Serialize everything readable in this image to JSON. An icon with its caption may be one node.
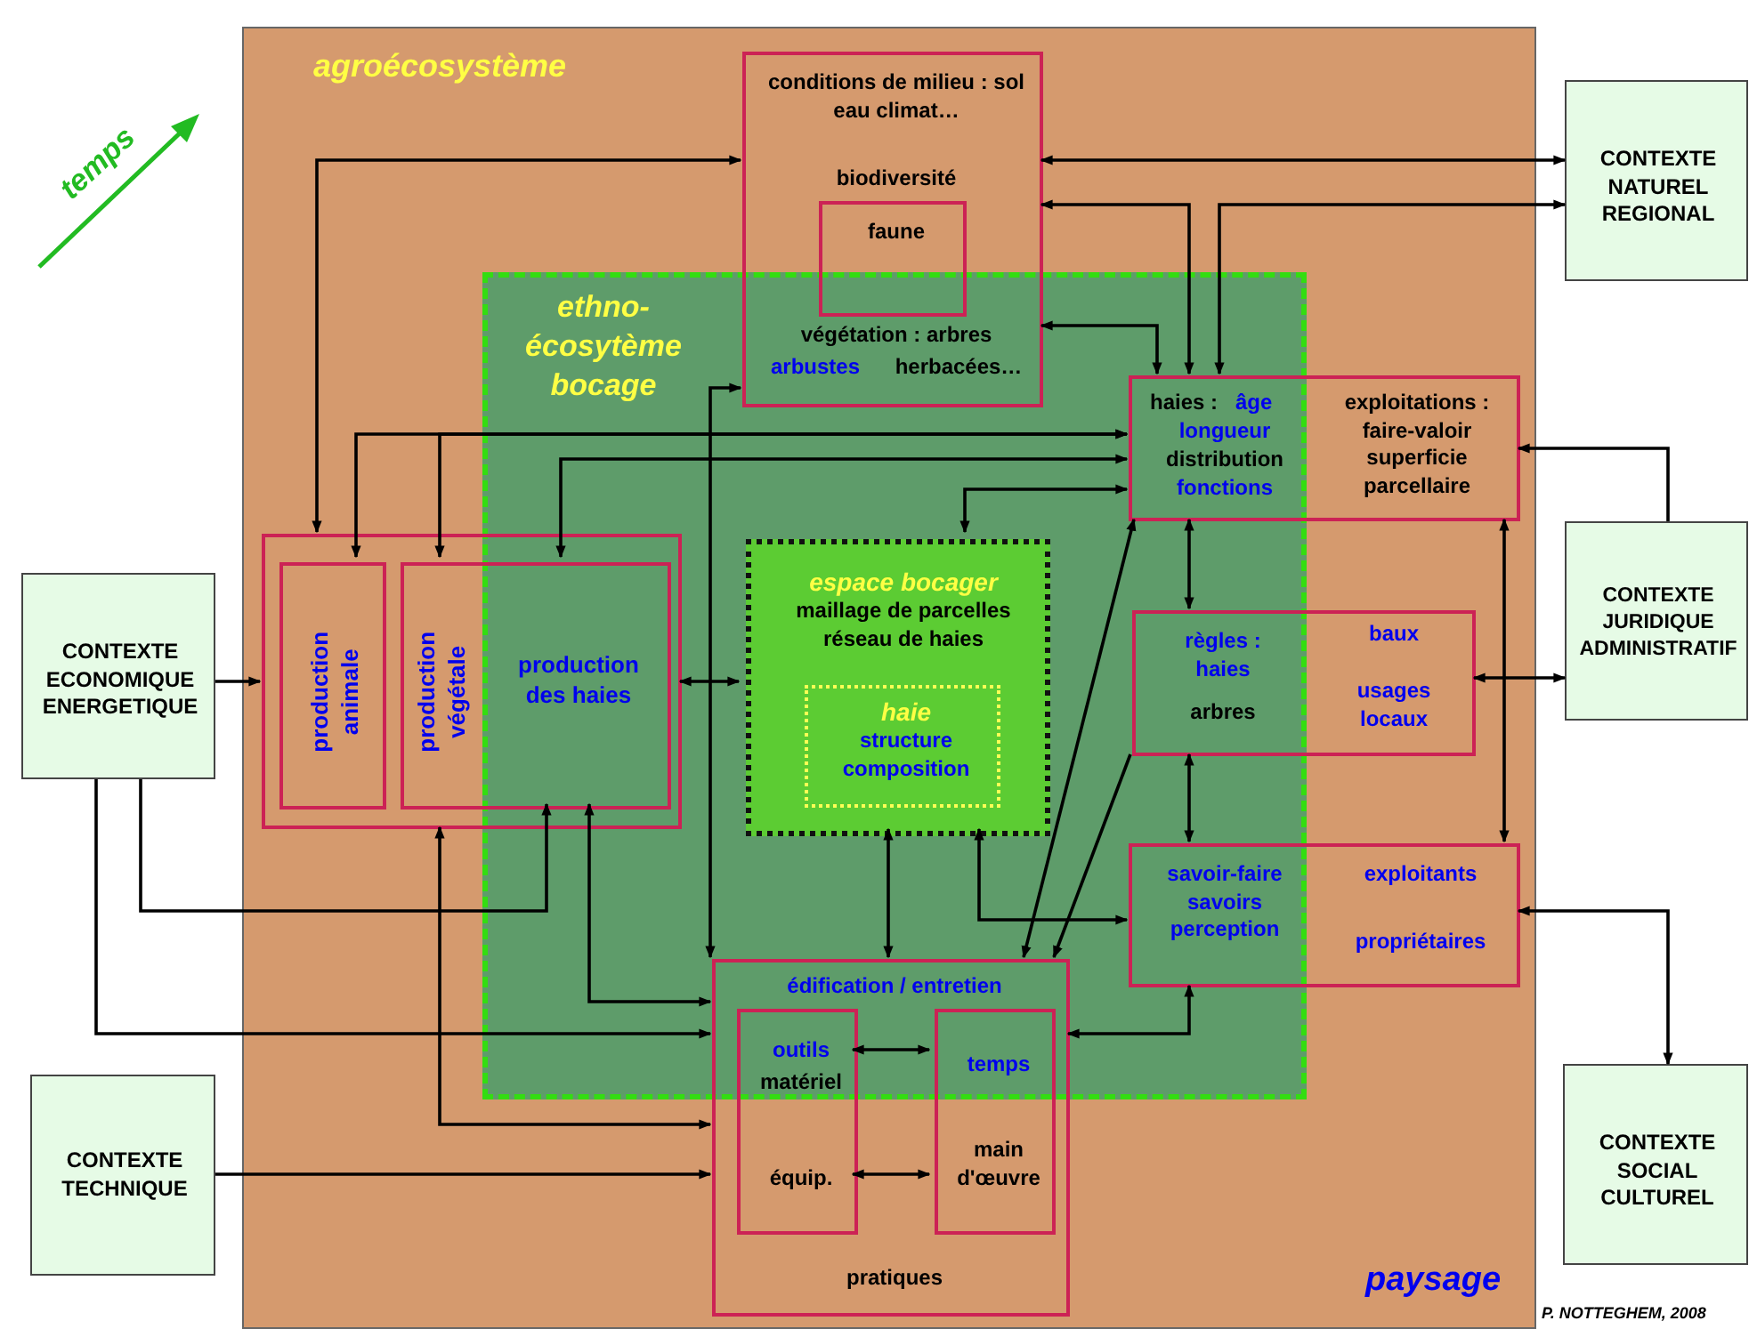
{
  "diagram": {
    "nodes": [
      {
        "text": [
          "agroécosystème",
          "paysage"
        ]
      },
      {
        "text": [
          "ethno-écosytème bocage"
        ],
        "in": 0
      },
      {
        "text": [
          "conditions de milieu : sol eau climat…",
          "biodiversité",
          "végétation : arbres",
          "arbustes",
          "herbacées…"
        ],
        "in": 0
      },
      {
        "text": [
          "faune"
        ],
        "in": 2
      },
      {
        "text": [
          "haies :",
          "âge",
          "longueur",
          "distribution",
          "fonctions",
          "exploitations : faire-valoir superficie parcellaire"
        ],
        "in": 0
      },
      {
        "text": [],
        "shape": "box",
        "in": 0
      },
      {
        "text": [
          "production animale"
        ],
        "in": 5
      },
      {
        "text": [
          "production végétale",
          "production des haies"
        ],
        "in": 5
      },
      {
        "text": [
          "espace bocager",
          "maillage de parcelles réseau de haies"
        ],
        "in": 1
      },
      {
        "text": [
          "haie",
          "structure composition"
        ],
        "in": 8
      },
      {
        "text": [
          "règles : haies",
          "arbres",
          "baux",
          "usages locaux"
        ],
        "in": 0
      },
      {
        "text": [
          "savoir-faire savoirs perception",
          "exploitants",
          "propriétaires"
        ],
        "in": 0
      },
      {
        "text": [
          "édification / entretien",
          "pratiques"
        ],
        "in": 0
      },
      {
        "text": [
          "outils",
          "matériel",
          "équip."
        ],
        "in": 12
      },
      {
        "text": [
          "temps",
          "main d'œuvre"
        ],
        "in": 12
      },
      {
        "text": [
          "CONTEXTE NATUREL REGIONAL"
        ]
      },
      {
        "text": [
          "CONTEXTE JURIDIQUE ADMINISTRATIF"
        ]
      },
      {
        "text": [
          "CONTEXTE SOCIAL CULTUREL"
        ]
      },
      {
        "text": [
          "CONTEXTE ECONOMIQUE ENERGETIQUE"
        ]
      },
      {
        "text": [
          "CONTEXTE TECHNIQUE"
        ]
      }
    ],
    "edges": [
      {
        "from": 5,
        "to": 2,
        "arrow": "both"
      },
      {
        "from": 2,
        "to": 15,
        "arrow": "both"
      },
      {
        "from": 2,
        "to": 4,
        "arrow": "both"
      },
      {
        "from": 15,
        "to": 4,
        "arrow": "both"
      },
      {
        "from": 2,
        "to": 4,
        "arrow": "both"
      },
      {
        "from": 6,
        "to": 4,
        "arrow": "both"
      },
      {
        "from": 7,
        "to": 4,
        "arrow": "both"
      },
      {
        "from": 7,
        "to": 4,
        "arrow": "both"
      },
      {
        "from": 8,
        "to": 4,
        "arrow": "both"
      },
      {
        "from": 2,
        "to": 12,
        "arrow": "both"
      },
      {
        "from": 5,
        "to": 8,
        "arrow": "both"
      },
      {
        "from": 18,
        "to": 5,
        "arrow": "to"
      },
      {
        "from": 18,
        "to": 7,
        "arrow": "to"
      },
      {
        "from": 18,
        "to": 12,
        "arrow": "to"
      },
      {
        "from": 5,
        "to": 12,
        "arrow": "both"
      },
      {
        "from": 7,
        "to": 12,
        "arrow": "both"
      },
      {
        "from": 19,
        "to": 12,
        "arrow": "to"
      },
      {
        "from": 13,
        "to": 14,
        "arrow": "both"
      },
      {
        "from": 13,
        "to": 14,
        "arrow": "both"
      },
      {
        "from": 8,
        "to": 12,
        "arrow": "both"
      },
      {
        "from": 8,
        "to": 11,
        "arrow": "both"
      },
      {
        "from": 11,
        "to": 12,
        "arrow": "both"
      },
      {
        "from": 4,
        "to": 12,
        "arrow": "both"
      },
      {
        "from": 10,
        "to": 12,
        "arrow": "to"
      },
      {
        "from": 4,
        "to": 10,
        "arrow": "both"
      },
      {
        "from": 10,
        "to": 11,
        "arrow": "both"
      },
      {
        "from": 4,
        "to": 11,
        "arrow": "both"
      },
      {
        "from": 10,
        "to": 16,
        "arrow": "both"
      },
      {
        "from": 16,
        "to": 4,
        "arrow": "to"
      },
      {
        "from": 11,
        "to": 17,
        "arrow": "both"
      }
    ],
    "labels": [
      "temps",
      "P. NOTTEGHEM, 2008"
    ]
  }
}
